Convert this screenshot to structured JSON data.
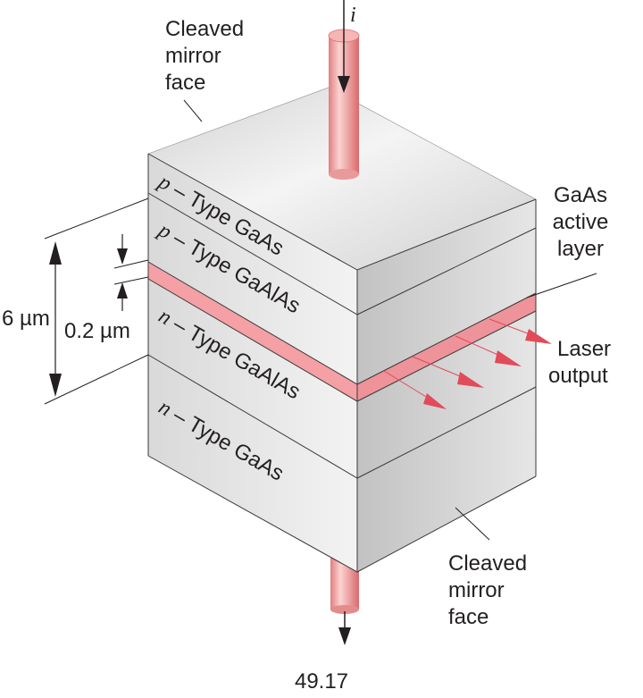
{
  "labels": {
    "current": "i",
    "mirror_top": [
      "Cleaved",
      "mirror",
      "face"
    ],
    "mirror_bottom": [
      "Cleaved",
      "mirror",
      "face"
    ],
    "active_layer": [
      "GaAs",
      "active",
      "layer"
    ],
    "laser_output": [
      "Laser",
      "output"
    ],
    "thickness_total": "6 µm",
    "thickness_active": "0.2 µm",
    "figure_number": "49.17"
  },
  "layers": [
    {
      "prefix": "p",
      "text": " – Type GaAs"
    },
    {
      "prefix": "p",
      "text": " – Type GaAlAs"
    },
    {
      "prefix": "n",
      "text": " – Type GaAlAs"
    },
    {
      "prefix": "n",
      "text": " – Type GaAs"
    }
  ],
  "colors": {
    "active_layer": "#f4a0a4",
    "arrow": "#e14b5a",
    "lead_wire": "#f1a7a6",
    "block_light": "#eeeeee",
    "block_dark": "#c9c9c9"
  }
}
